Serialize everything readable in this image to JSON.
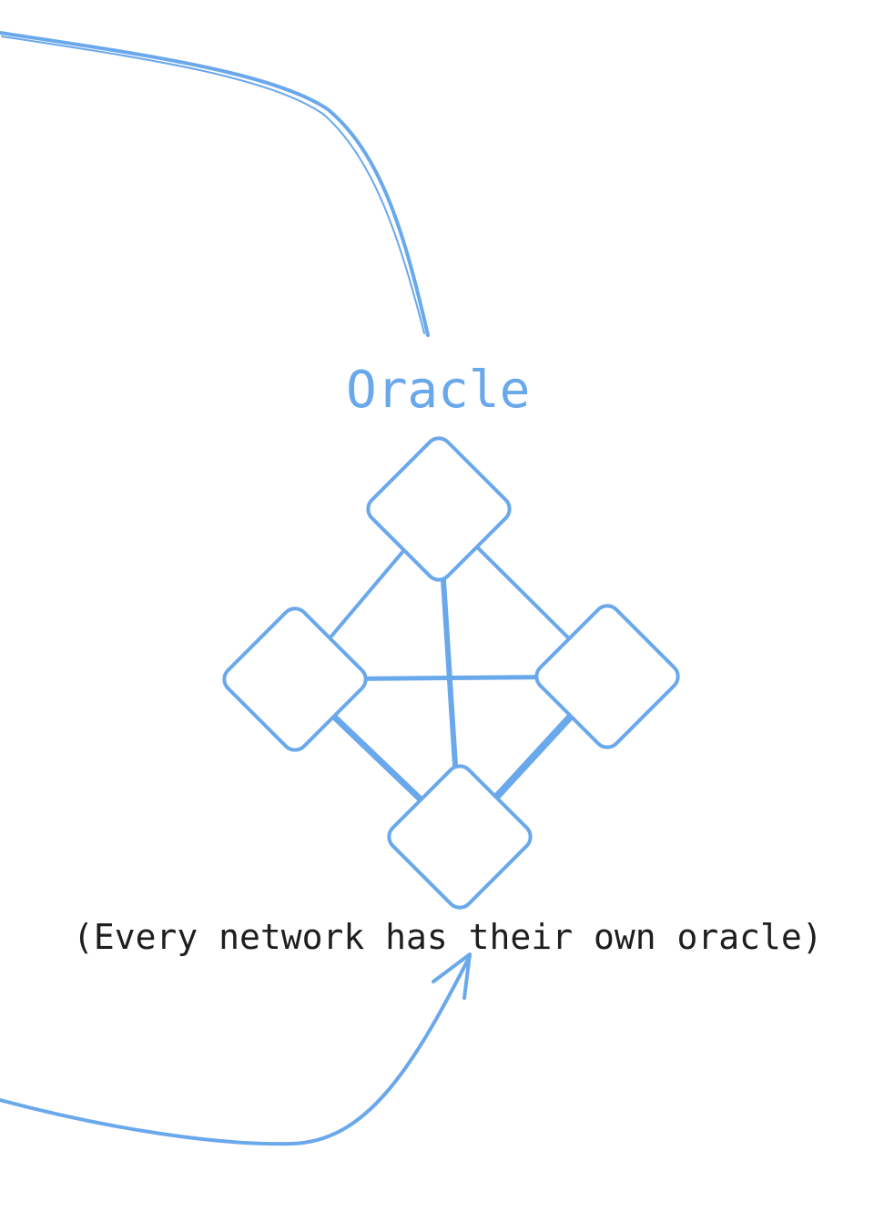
{
  "diagram": {
    "title": "Oracle",
    "note": "(Every network has their own oracle)",
    "colors": {
      "accent": "#6aa8ec",
      "text": "#1e1e1e",
      "background": "#ffffff"
    },
    "nodes": [
      {
        "id": "node-top"
      },
      {
        "id": "node-left"
      },
      {
        "id": "node-right"
      },
      {
        "id": "node-bottom"
      }
    ],
    "edges": [
      {
        "from": "node-top",
        "to": "node-left"
      },
      {
        "from": "node-top",
        "to": "node-right"
      },
      {
        "from": "node-top",
        "to": "node-bottom"
      },
      {
        "from": "node-left",
        "to": "node-right"
      },
      {
        "from": "node-left",
        "to": "node-bottom"
      },
      {
        "from": "node-right",
        "to": "node-bottom"
      }
    ]
  }
}
